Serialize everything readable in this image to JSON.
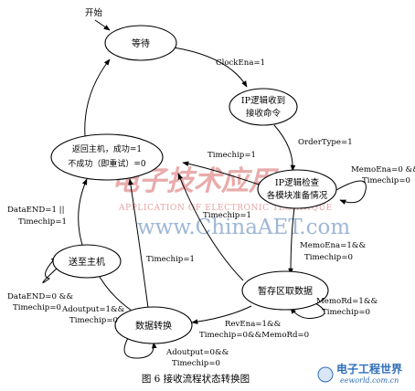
{
  "start_label": "开始",
  "states": {
    "wait": "等待",
    "ip_recv_l1": "IP逻辑收到",
    "ip_recv_l2": "接收命令",
    "ip_check_l1": "IP逻辑检查",
    "ip_check_l2": "各模块准备情况",
    "return_l1": "返回主机，成功=1",
    "return_l2": "不成功（即重试）=0",
    "send_host": "送至主机",
    "fetch": "暂存区取数据",
    "convert": "数据转换"
  },
  "transitions": {
    "clock": "ClockEna=1",
    "order": "OrderType=1",
    "memo_loop_l1": "MemoEna=0 &&",
    "memo_loop_l2": "Timechip=0",
    "timechip_check": "Timechip=1",
    "timechip_fetch": "Timechip=1",
    "dataend_l1": "DataEND=1 ||",
    "dataend_l2": "Timechip=1",
    "memo_to_fetch_l1": "MemoEna=1&&",
    "memo_to_fetch_l2": "Timechip=0",
    "timechip_convert": "Timechip=1",
    "send_loop_l1": "DataEND=0 &&",
    "send_loop_l2": "Timechip=0",
    "memord_l1": "MemoRd=1&&",
    "memord_l2": "Timechip=0",
    "adout1_l1": "Adoutput=1&&",
    "adout1_l2": "Timechip=0",
    "reven_l1": "RevEna=1&&",
    "reven_l2": "Timechip=0&&MemoRd=0",
    "adout0_l1": "Adoutput=0&&",
    "adout0_l2": "Timechip=0"
  },
  "watermark": {
    "cn": "电子技术应用",
    "en": "APPLICATION OF ELECTRONIC TECHNIQUE",
    "url": "www.ChinaAET.com"
  },
  "caption": "图 6   接收流程状态转换图",
  "logo": {
    "cn": "电子工程世界",
    "en": "eeworld.com.cn"
  }
}
